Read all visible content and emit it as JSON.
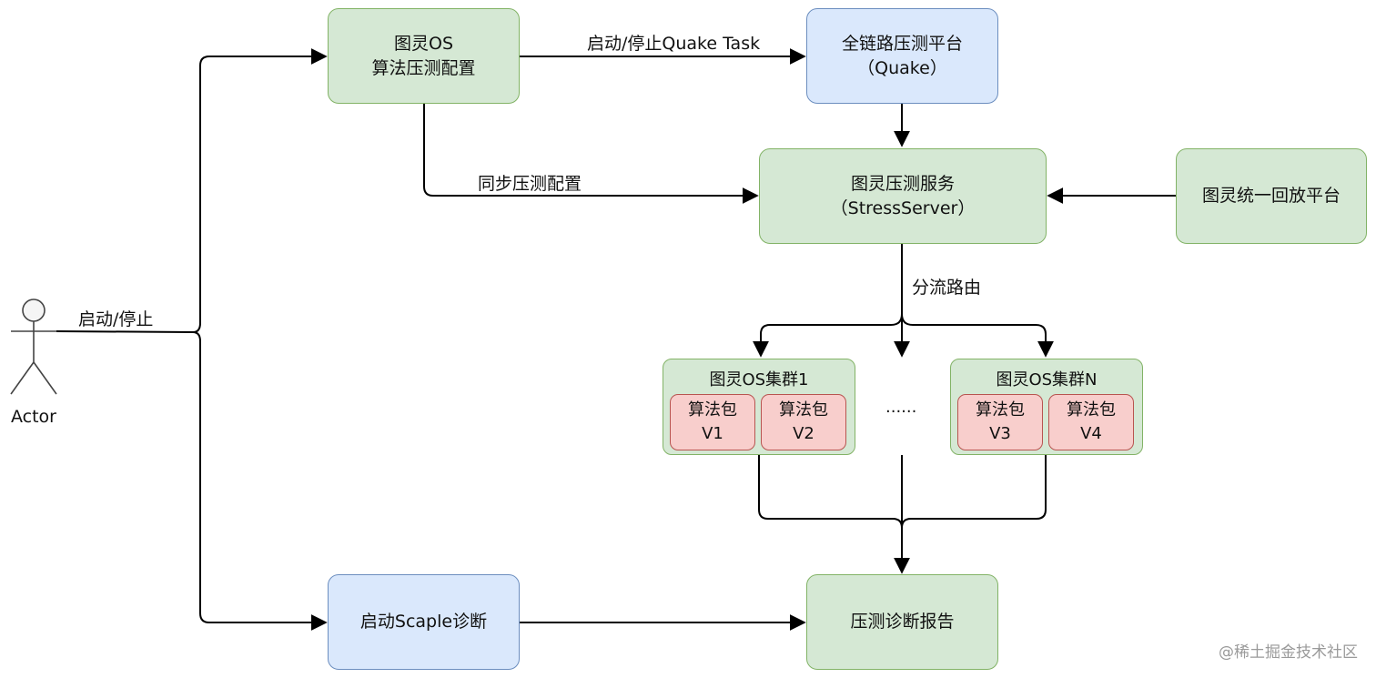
{
  "nodes": {
    "config": {
      "line1": "图灵OS",
      "line2": "算法压测配置"
    },
    "quake": {
      "line1": "全链路压测平台",
      "line2": "（Quake）"
    },
    "stress": {
      "line1": "图灵压测服务",
      "line2": "（StressServer）"
    },
    "replay": {
      "line1": "图灵统一回放平台"
    },
    "scaple": {
      "line1": "启动Scaple诊断"
    },
    "report": {
      "line1": "压测诊断报告"
    }
  },
  "clusters": [
    {
      "title": "图灵OS集群1",
      "packages": [
        {
          "name": "算法包",
          "version": "V1"
        },
        {
          "name": "算法包",
          "version": "V2"
        }
      ]
    },
    {
      "title": "图灵OS集群N",
      "packages": [
        {
          "name": "算法包",
          "version": "V3"
        },
        {
          "name": "算法包",
          "version": "V4"
        }
      ]
    }
  ],
  "ellipsis": "......",
  "edge_labels": {
    "start_stop": "启动/停止",
    "start_stop_quake": "启动/停止Quake Task",
    "sync_config": "同步压测配置",
    "split_route": "分流路由"
  },
  "actor": {
    "label": "Actor"
  },
  "watermark": "@稀土掘金技术社区",
  "colors": {
    "green_fill": "#d5e8d4",
    "green_stroke": "#82b366",
    "blue_fill": "#dae8fc",
    "blue_stroke": "#6c8ebf",
    "red_fill": "#f8cecc",
    "red_stroke": "#b85450"
  }
}
